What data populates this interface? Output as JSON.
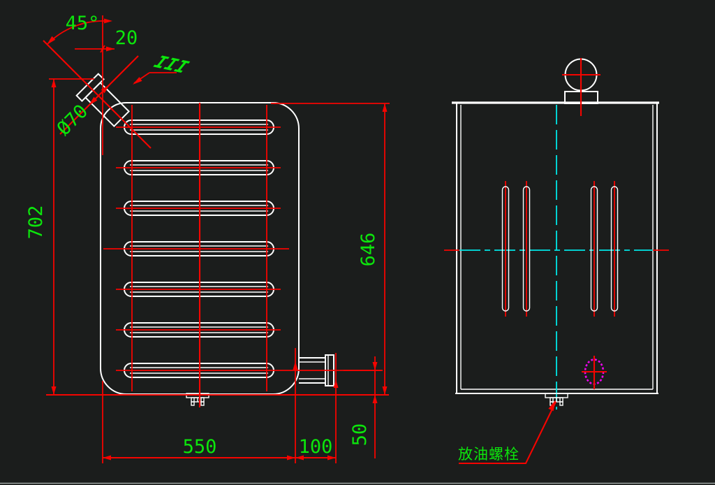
{
  "drawing": {
    "type": "cad-engineering-drawing",
    "views": {
      "front": "front-view",
      "side": "side-view"
    }
  },
  "colors": {
    "background": "#1b1d1c",
    "outline": "#ffffff",
    "dimension": "#f50400",
    "text": "#0ce60c",
    "centerline": "#00e6e6",
    "highlight": "#ee04ee"
  },
  "dimensions": {
    "neck_angle": "45°",
    "neck_offset": "20",
    "neck_diameter": "Ø70",
    "overall_height": "702",
    "body_height": "646",
    "body_width": "550",
    "outlet_extension": "100",
    "outlet_height": "50"
  },
  "annotations": {
    "section_mark": "III",
    "drain_label": "放油螺栓"
  }
}
